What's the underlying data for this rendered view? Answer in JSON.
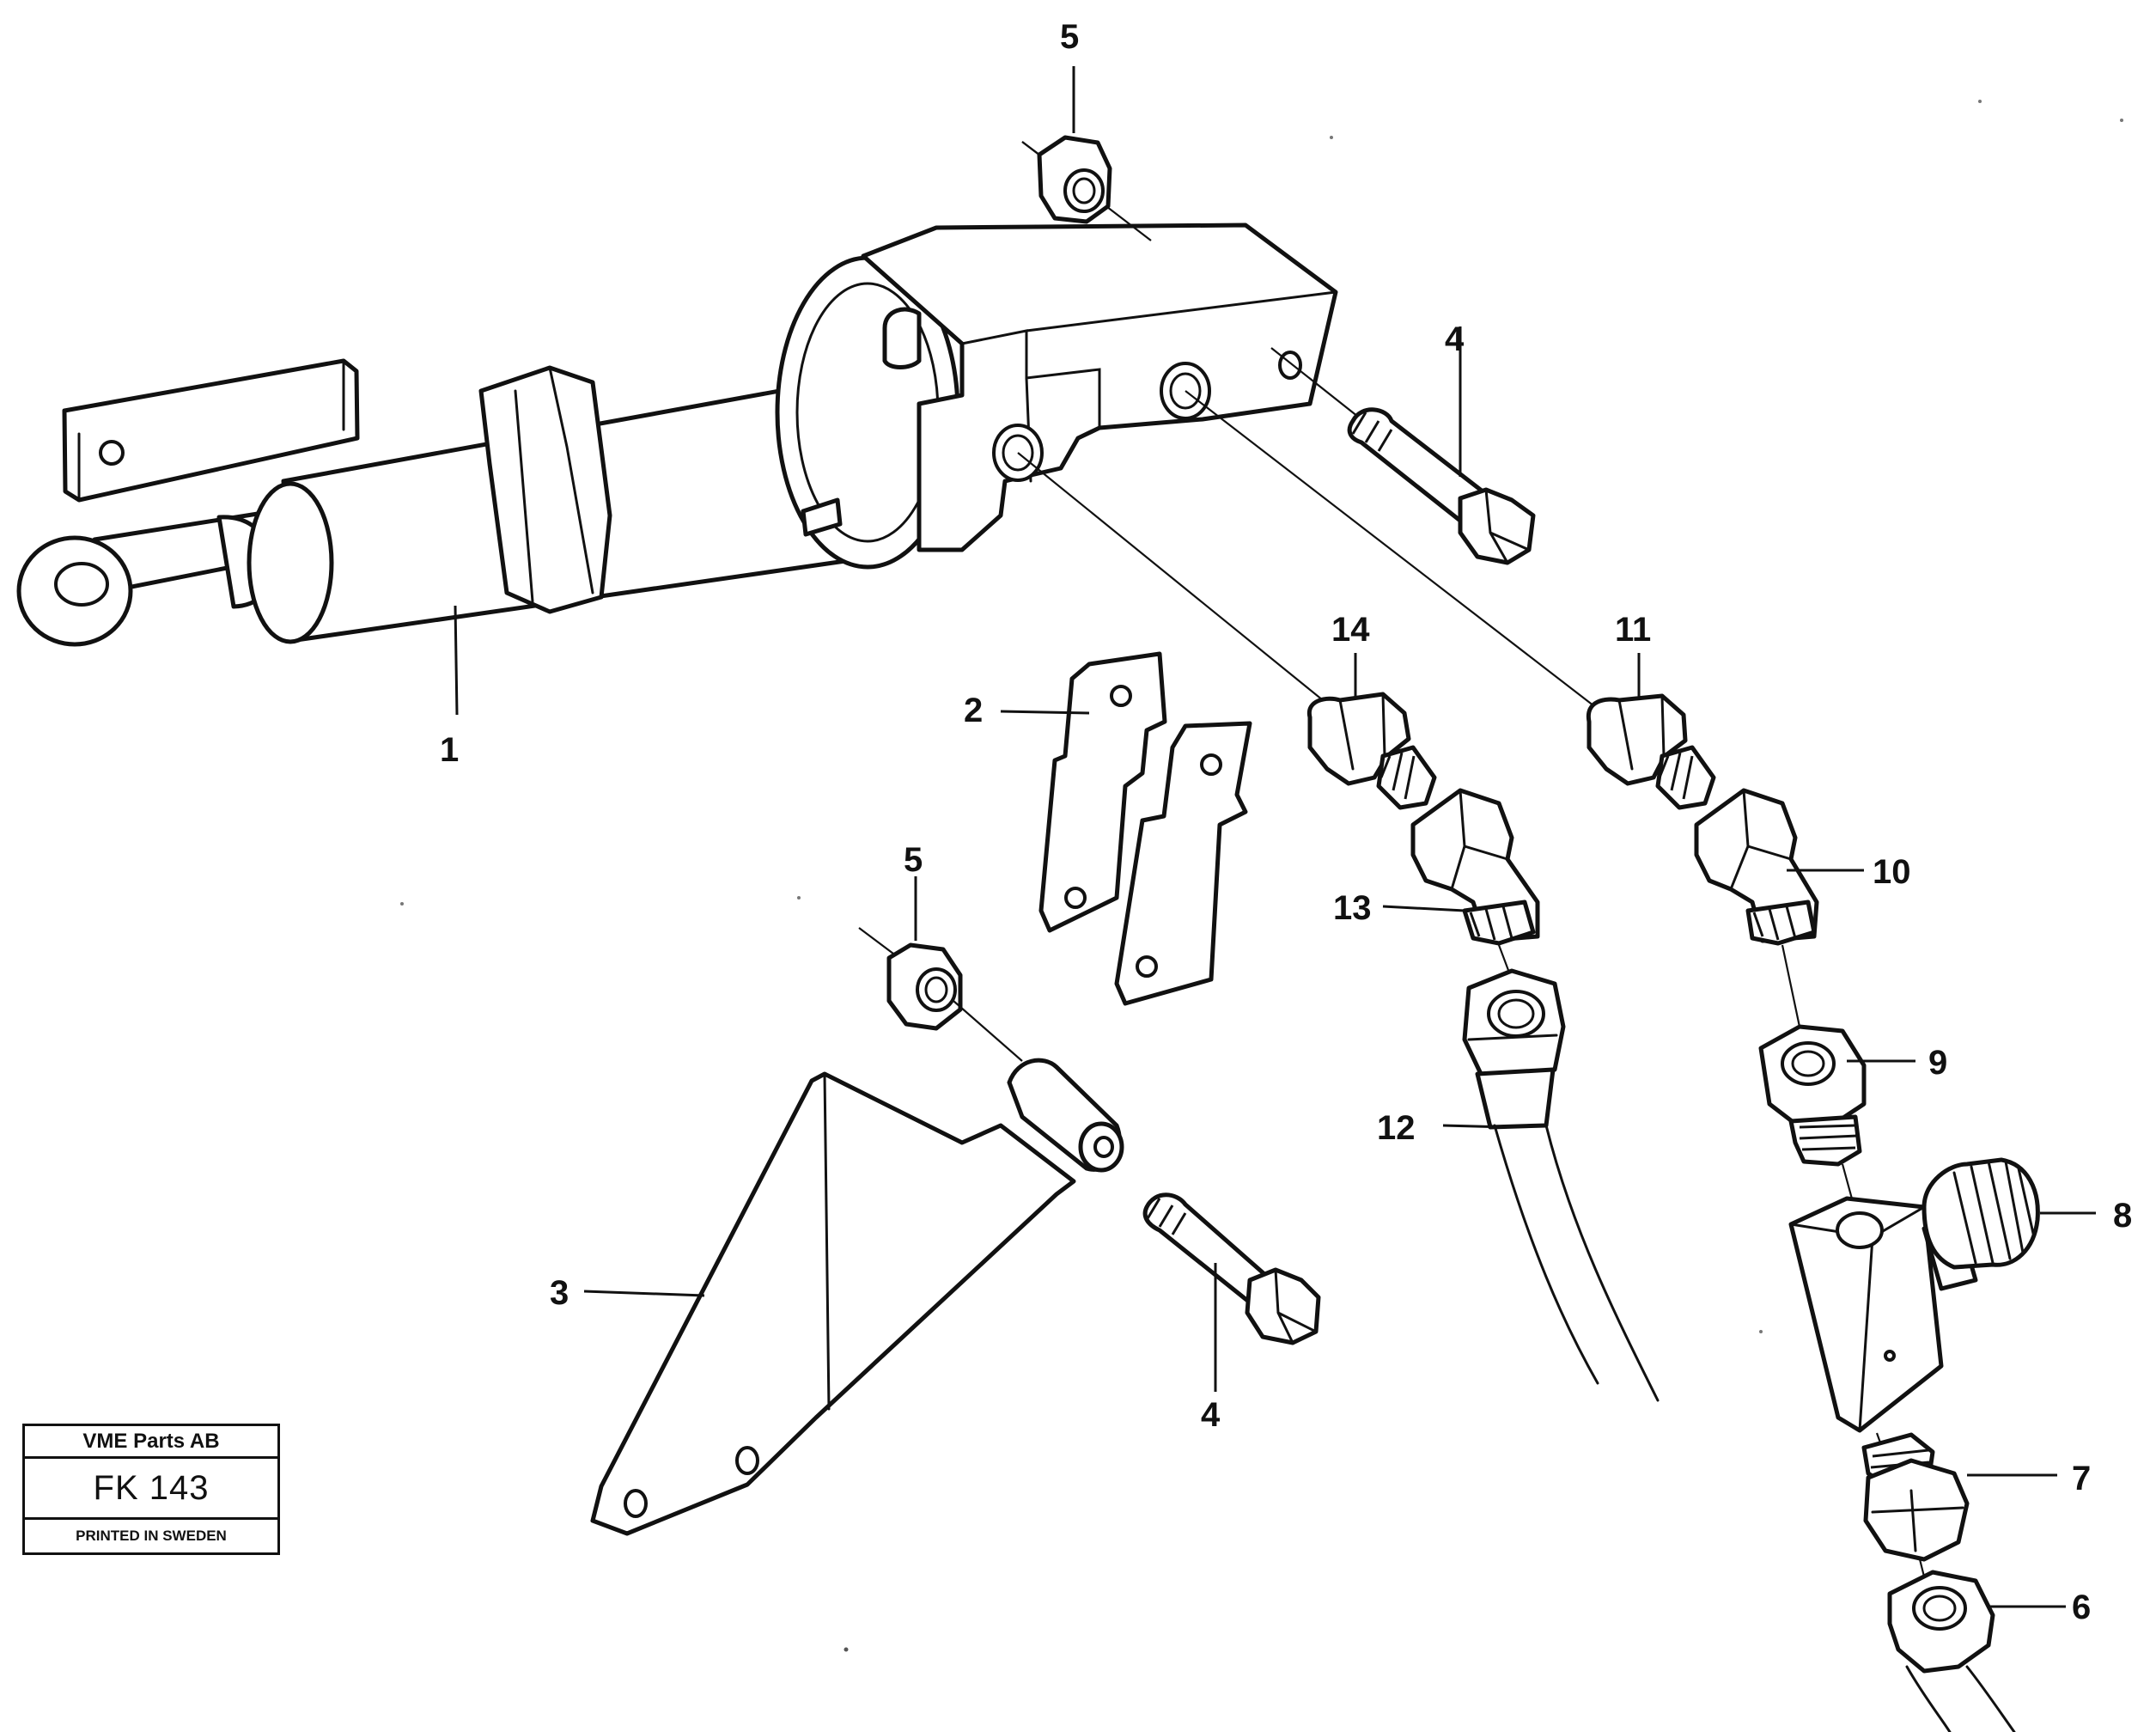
{
  "callouts": {
    "c1": "1",
    "c2": "2",
    "c3": "3",
    "c4a": "4",
    "c4b": "4",
    "c5a": "5",
    "c5b": "5",
    "c6": "6",
    "c7": "7",
    "c8": "8",
    "c9": "9",
    "c10": "10",
    "c11": "11",
    "c12": "12",
    "c13": "13",
    "c14": "14"
  },
  "stamp": {
    "company": "VME Parts AB",
    "code": "FK 143",
    "footer": "PRINTED IN SWEDEN"
  }
}
